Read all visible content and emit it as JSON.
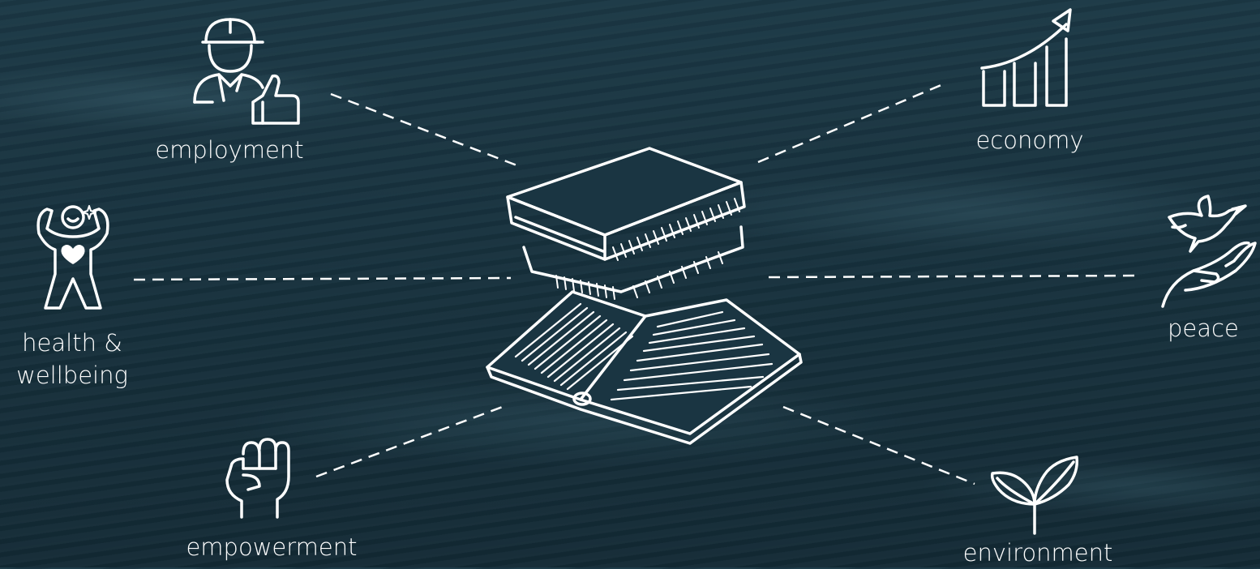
{
  "center": {
    "icon": "books-icon"
  },
  "topics": [
    {
      "id": "employment",
      "label": "employment",
      "icon": "worker-thumbs-up-icon"
    },
    {
      "id": "economy",
      "label": "economy",
      "icon": "growth-chart-icon"
    },
    {
      "id": "health",
      "label": "health &\nwellbeing",
      "icon": "person-heart-icon"
    },
    {
      "id": "peace",
      "label": "peace",
      "icon": "dove-hands-icon"
    },
    {
      "id": "empowerment",
      "label": "empowerment",
      "icon": "raised-fist-icon"
    },
    {
      "id": "environment",
      "label": "environment",
      "icon": "sprout-icon"
    }
  ],
  "colors": {
    "background": "#1a3542",
    "foreground": "#ffffff"
  }
}
